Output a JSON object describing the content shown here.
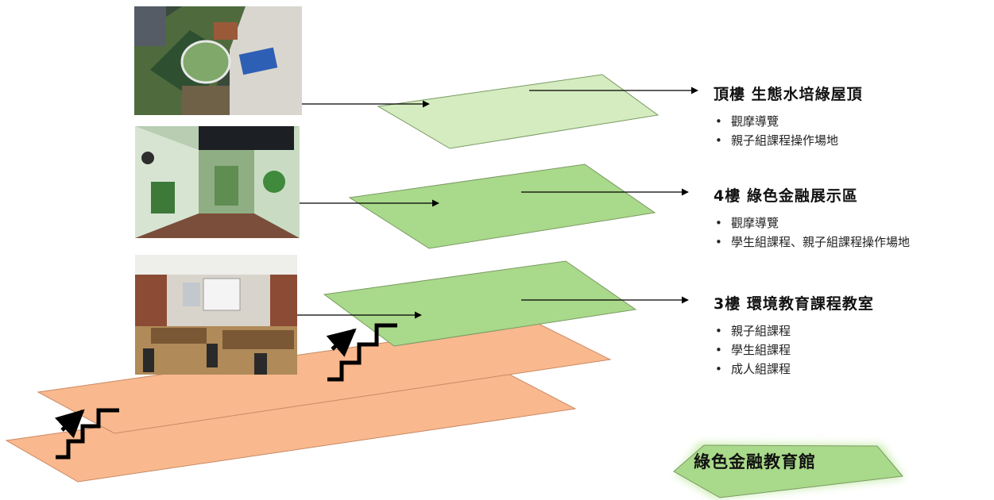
{
  "colors": {
    "roof_plane": "#d4ecbf",
    "green_plane": "#a9d98a",
    "orange_plane": "#f9b88e",
    "plane_border": "#7a9a64",
    "arrow": "#000000",
    "glow": "#cdeeb4"
  },
  "floors": [
    {
      "title": "頂樓 生態水培綠屋頂",
      "items": [
        "觀摩導覽",
        "親子組課程操作場地"
      ]
    },
    {
      "title": "4樓 綠色金融展示區",
      "items": [
        "觀摩導覽",
        "學生組課程、親子組課程操作場地"
      ]
    },
    {
      "title": "3樓 環境教育課程教室",
      "items": [
        "親子組課程",
        "學生組課程",
        "成人組課程"
      ]
    }
  ],
  "legend": {
    "label": "綠色金融教育館"
  },
  "photos": [
    {
      "icon": "rooftop-garden-photo"
    },
    {
      "icon": "green-finance-gallery-photo"
    },
    {
      "icon": "classroom-photo"
    }
  ],
  "icons": {
    "stairs": "stairs-icon",
    "arrow": "arrow-icon"
  }
}
